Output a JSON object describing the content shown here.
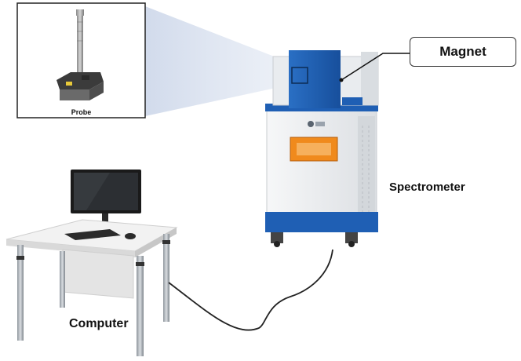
{
  "labels": {
    "probe": "Probe",
    "magnet": "Magnet",
    "spectrometer": "Spectrometer",
    "computer": "Computer"
  },
  "colors": {
    "instrument_blue": "#1f5fb4",
    "cabinet_white": "#eef0f2",
    "window_orange": "#f08a1c",
    "beam": "#c9d4e8",
    "cable": "#222222"
  }
}
